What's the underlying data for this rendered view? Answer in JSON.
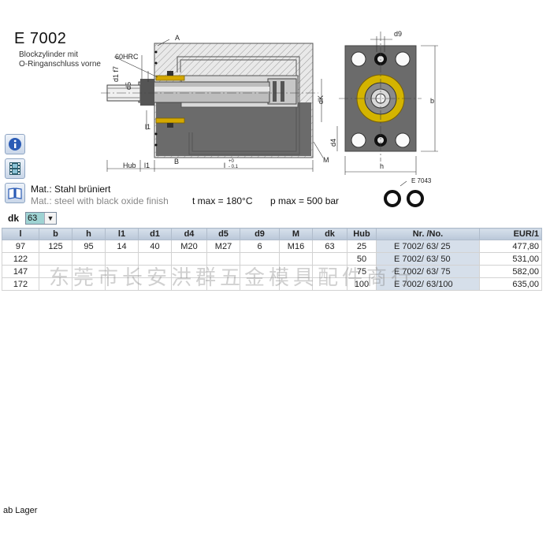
{
  "product": {
    "title": "E 7002",
    "subtitle_line1": "Blockzylinder mit",
    "subtitle_line2": "O-Ringanschluss vorne"
  },
  "drawing_labels": {
    "A": "A",
    "B": "B",
    "hrc": "60HRC",
    "d1": "d1 f7",
    "d5": "d5",
    "dK": "dK",
    "l1": "l1",
    "hub": "Hub",
    "l1b": "l1",
    "l": "l",
    "l_tol_plus": "+0",
    "l_tol_minus": "- 0.1",
    "M": "M",
    "d9": "d9",
    "d4": "d4",
    "b": "b",
    "h": "h",
    "e7043": "E 7043"
  },
  "icons": {
    "info": "info-icon",
    "film": "film-icon",
    "book": "book-icon"
  },
  "material": {
    "de": "Mat.: Stahl brüniert",
    "en": "Mat.: steel with black oxide finish",
    "tmax": "t max = 180°C",
    "pmax": "p max = 500 bar"
  },
  "filter": {
    "label": "dk",
    "value": "63"
  },
  "table": {
    "headers": [
      "l",
      "b",
      "h",
      "l1",
      "d1",
      "d4",
      "d5",
      "d9",
      "M",
      "dk",
      "Hub",
      "Nr. /No.",
      "EUR/1"
    ],
    "rows": [
      [
        "97",
        "125",
        "95",
        "14",
        "40",
        "M20",
        "M27",
        "6",
        "M16",
        "63",
        "25",
        "E 7002/  63/  25",
        "477,80"
      ],
      [
        "122",
        "",
        "",
        "",
        "",
        "",
        "",
        "",
        "",
        "",
        "50",
        "E 7002/  63/  50",
        "531,00"
      ],
      [
        "147",
        "",
        "",
        "",
        "",
        "",
        "",
        "",
        "",
        "",
        "75",
        "E 7002/  63/  75",
        "582,00"
      ],
      [
        "172",
        "",
        "",
        "",
        "",
        "",
        "",
        "",
        "",
        "",
        "100",
        "E 7002/  63/100",
        "635,00"
      ]
    ]
  },
  "watermark": "东莞市长安洪群五金模具配件商行",
  "footer": "ab Lager"
}
